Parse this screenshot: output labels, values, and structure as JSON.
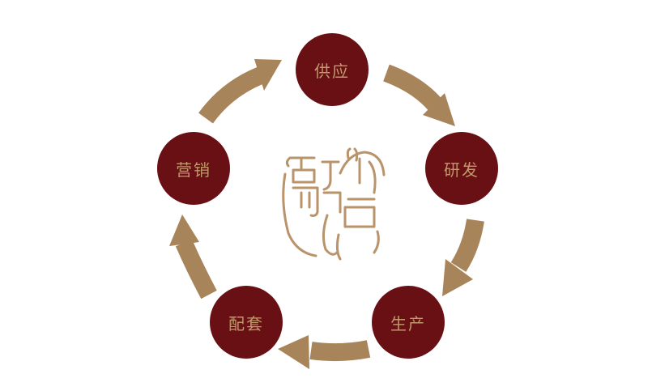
{
  "diagram": {
    "type": "cycle",
    "nodes": [
      {
        "id": "supply",
        "label": "供应"
      },
      {
        "id": "rd",
        "label": "研发"
      },
      {
        "id": "prod",
        "label": "生产"
      },
      {
        "id": "assembly",
        "label": "配套"
      },
      {
        "id": "market",
        "label": "营销"
      }
    ],
    "edges": [
      {
        "from": "supply",
        "to": "rd"
      },
      {
        "from": "rd",
        "to": "prod"
      },
      {
        "from": "prod",
        "to": "assembly"
      },
      {
        "from": "assembly",
        "to": "market"
      },
      {
        "from": "market",
        "to": "supply"
      }
    ],
    "center_logo": {
      "text": "融合",
      "style": "seal-script"
    }
  },
  "colors": {
    "node_fill": "#681014",
    "label": "#c09a6b",
    "arrow": "#a8845a",
    "logo": "#b9936a"
  }
}
